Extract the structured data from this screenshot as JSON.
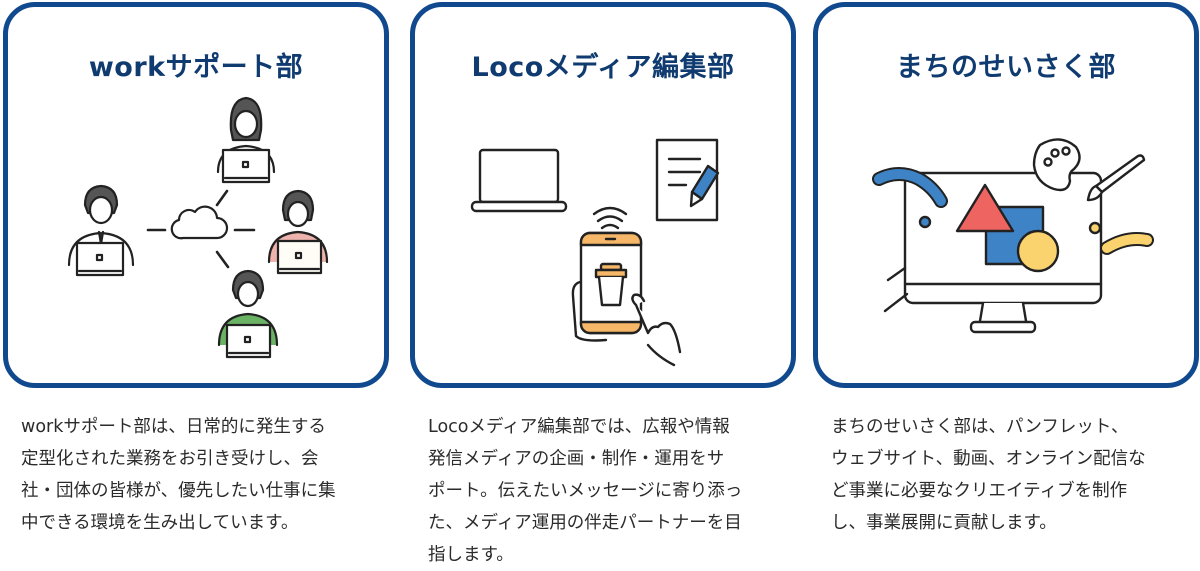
{
  "colors": {
    "card_border": "#11498f",
    "title_text": "#0f3b70",
    "body_text": "#2b2b2b",
    "accent_blue": "#3d83c6",
    "accent_red": "#ee6461",
    "accent_yellow": "#fbd36e",
    "accent_orange": "#f6b868",
    "accent_green": "#6bb364",
    "accent_pink": "#eeb3ad"
  },
  "departments": [
    {
      "title": "workサポート部",
      "illustration": "remote-team-cloud-illustration",
      "description_lines": [
        "workサポート部は、日常的に発生する",
        "定型化された業務をお引き受けし、会",
        "社・団体の皆様が、優先したい仕事に集",
        "中できる環境を生み出しています。"
      ]
    },
    {
      "title": "Locoメディア編集部",
      "illustration": "media-devices-illustration",
      "description_lines": [
        "Locoメディア編集部では、広報や情報",
        "発信メディアの企画・制作・運用をサ",
        "ポート。伝えたいメッセージに寄り添っ",
        "た、メディア運用の伴走パートナーを目",
        "指します。"
      ]
    },
    {
      "title": "まちのせいさく部",
      "illustration": "creative-monitor-illustration",
      "description_lines": [
        "まちのせいさく部は、パンフレット、",
        "ウェブサイト、動画、オンライン配信な",
        "ど事業に必要なクリエイティブを制作",
        "し、事業展開に貢献します。"
      ]
    }
  ]
}
